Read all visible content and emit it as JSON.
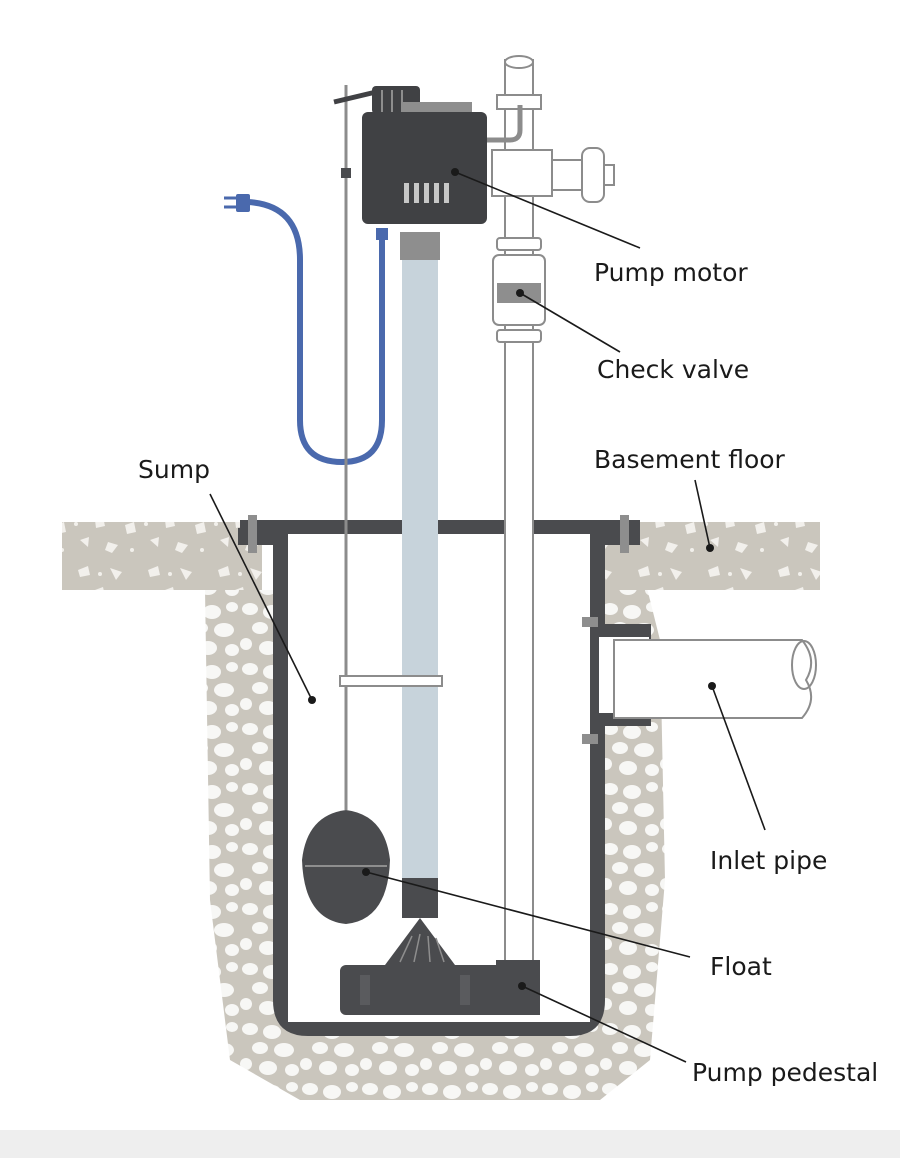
{
  "labels": {
    "pump_motor": "Pump motor",
    "check_valve": "Check valve",
    "sump": "Sump",
    "basement_floor": "Basement floor",
    "inlet_pipe": "Inlet pipe",
    "float": "Float",
    "pump_pedestal": "Pump pedestal"
  },
  "colors": {
    "gravel": "#cac6bd",
    "stone": "#ffffff",
    "pit": "#4a4b4e",
    "motor": "#404144",
    "discharge_pipe": "#c7d3db",
    "power_cord": "#4a69ad",
    "pipe_outline": "#8c8c8c",
    "leader_line": "#1a1a1a"
  }
}
